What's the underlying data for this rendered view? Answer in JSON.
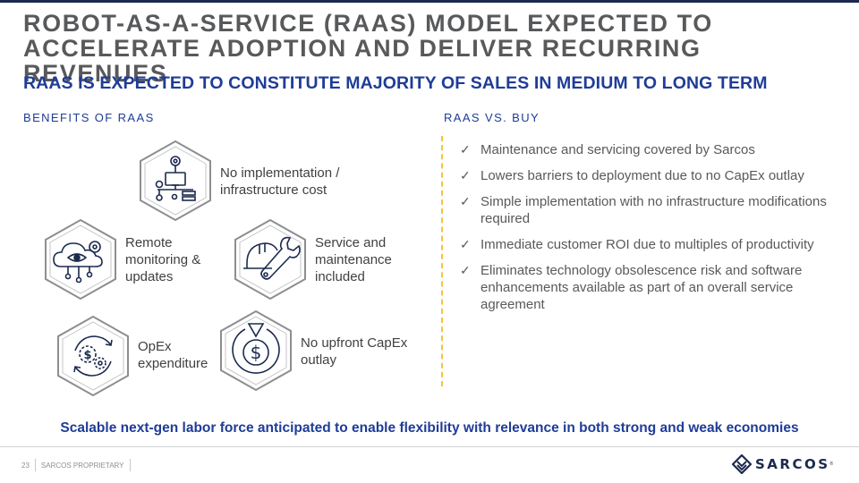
{
  "title": "ROBOT-AS-A-SERVICE (RAAS) MODEL EXPECTED TO ACCELERATE ADOPTION AND DELIVER RECURRING REVENUES",
  "subtitle": "RAAS IS EXPECTED TO CONSTITUTE MAJORITY OF SALES IN MEDIUM TO LONG TERM",
  "benefits": {
    "heading": "BENEFITS OF RAAS",
    "items": [
      {
        "icon": "network-gear-icon",
        "label": "No implementation / infrastructure cost"
      },
      {
        "icon": "cloud-eye-icon",
        "label": "Remote monitoring & updates"
      },
      {
        "icon": "hardhat-wrench-icon",
        "label": "Service and maintenance included"
      },
      {
        "icon": "dollar-cycle-icon",
        "label": "OpEx expenditure"
      },
      {
        "icon": "dollar-gauge-icon",
        "label": "No upfront CapEx outlay"
      }
    ]
  },
  "raas_vs_buy": {
    "heading": "RAAS VS. BUY",
    "check_glyph": "✓",
    "items": [
      "Maintenance and servicing covered by Sarcos",
      "Lowers barriers to deployment due to no CapEx outlay",
      "Simple implementation with no infrastructure modifications required",
      "Immediate customer ROI due to multiples of productivity",
      "Eliminates technology obsolescence risk and software enhancements available as part of an overall service agreement"
    ]
  },
  "bottom_line": "Scalable next-gen labor force anticipated to enable flexibility with relevance in both strong and weak economies",
  "footer": {
    "page_number": "23",
    "confidentiality": "SARCOS PROPRIETARY"
  },
  "logo": {
    "text": "SARCOS",
    "mark": "®"
  },
  "colors": {
    "navy": "#1b2a4e",
    "blue": "#1f3c97",
    "gray_text": "#58595b",
    "divider_yellow": "#f2c53d",
    "hex_border": "#8d8e91"
  }
}
